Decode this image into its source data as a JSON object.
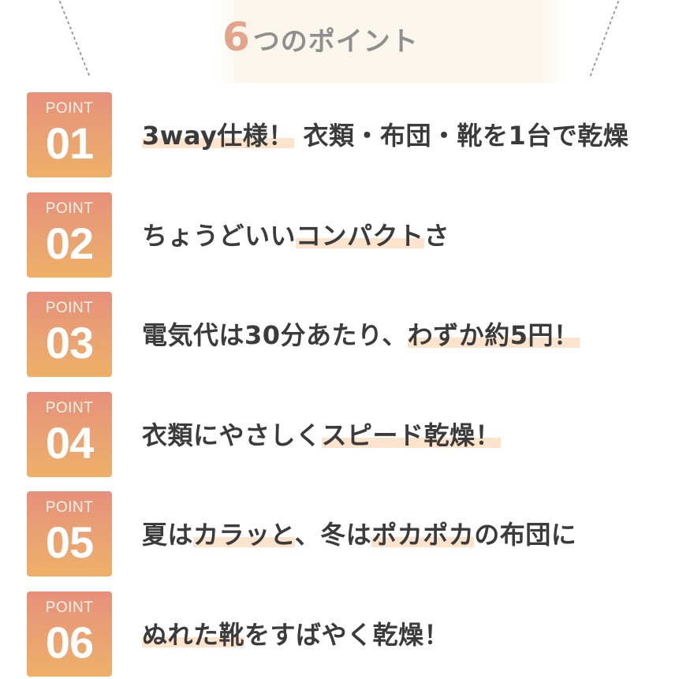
{
  "header": {
    "title_number": "6",
    "title_text": "つのポイント"
  },
  "colors": {
    "badge_gradient_top": "#e7907b",
    "badge_gradient_bottom": "#eeb067",
    "highlight": "#fbe3cc",
    "text": "#3b3b3b",
    "title_number": "#e3a58a",
    "title_text": "#8f8f8f"
  },
  "points": [
    {
      "label": "POINT",
      "number": "01",
      "segments": [
        {
          "text": "3way仕様！",
          "highlight": true
        },
        {
          "text": " 衣類・布団・靴を1台で乾燥",
          "highlight": false
        }
      ]
    },
    {
      "label": "POINT",
      "number": "02",
      "segments": [
        {
          "text": "ちょうどいい",
          "highlight": false
        },
        {
          "text": "コンパクト",
          "highlight": true
        },
        {
          "text": "さ",
          "highlight": false
        }
      ]
    },
    {
      "label": "POINT",
      "number": "03",
      "segments": [
        {
          "text": "電気代は30分あたり、",
          "highlight": false
        },
        {
          "text": "わずか約5円！",
          "highlight": true
        }
      ]
    },
    {
      "label": "POINT",
      "number": "04",
      "segments": [
        {
          "text": "衣類にやさしく",
          "highlight": false
        },
        {
          "text": "スピード乾燥！",
          "highlight": true
        }
      ]
    },
    {
      "label": "POINT",
      "number": "05",
      "segments": [
        {
          "text": "夏は",
          "highlight": false
        },
        {
          "text": "カラッと",
          "highlight": true
        },
        {
          "text": "、冬は",
          "highlight": false
        },
        {
          "text": "ポカポカ",
          "highlight": true
        },
        {
          "text": "の布団に",
          "highlight": false
        }
      ]
    },
    {
      "label": "POINT",
      "number": "06",
      "segments": [
        {
          "text": "ぬれた靴",
          "highlight": true
        },
        {
          "text": "をすばやく乾燥！",
          "highlight": false
        }
      ]
    }
  ]
}
